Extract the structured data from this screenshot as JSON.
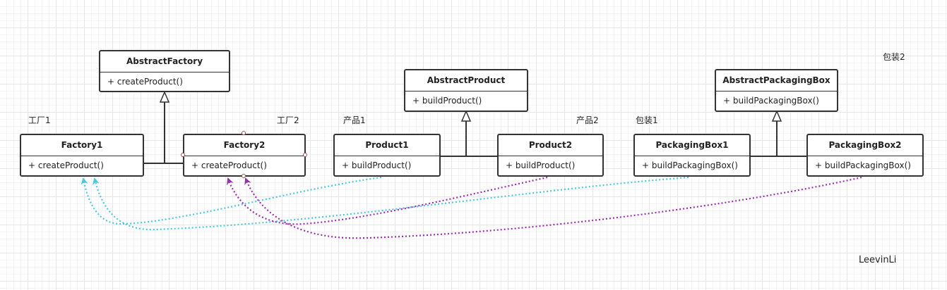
{
  "classes": {
    "abstract_factory": {
      "name": "AbstractFactory",
      "method": "+ createProduct()"
    },
    "factory1": {
      "name": "Factory1",
      "method": "+ createProduct()"
    },
    "factory2": {
      "name": "Factory2",
      "method": "+ createProduct()"
    },
    "abstract_product": {
      "name": "AbstractProduct",
      "method": "+ buildProduct()"
    },
    "product1": {
      "name": "Product1",
      "method": "+ buildProduct()"
    },
    "product2": {
      "name": "Product2",
      "method": "+ buildProduct()"
    },
    "abstract_packaging_box": {
      "name": "AbstractPackagingBox",
      "method": "+ buildPackagingBox()"
    },
    "packaging_box1": {
      "name": "PackagingBox1",
      "method": "+ buildPackagingBox()"
    },
    "packaging_box2": {
      "name": "PackagingBox2",
      "method": "+ buildPackagingBox()"
    }
  },
  "labels": {
    "factory1": "工厂1",
    "factory2": "工厂2",
    "product1": "产品1",
    "product2": "产品2",
    "packaging1": "包装1",
    "packaging2": "包装2"
  },
  "signature": "LeevinLi",
  "colors": {
    "border": "#333333",
    "dependency_cyan": "#4cc6dc",
    "dependency_purple": "#9a2fb0",
    "selection_handle": "#a65050"
  }
}
